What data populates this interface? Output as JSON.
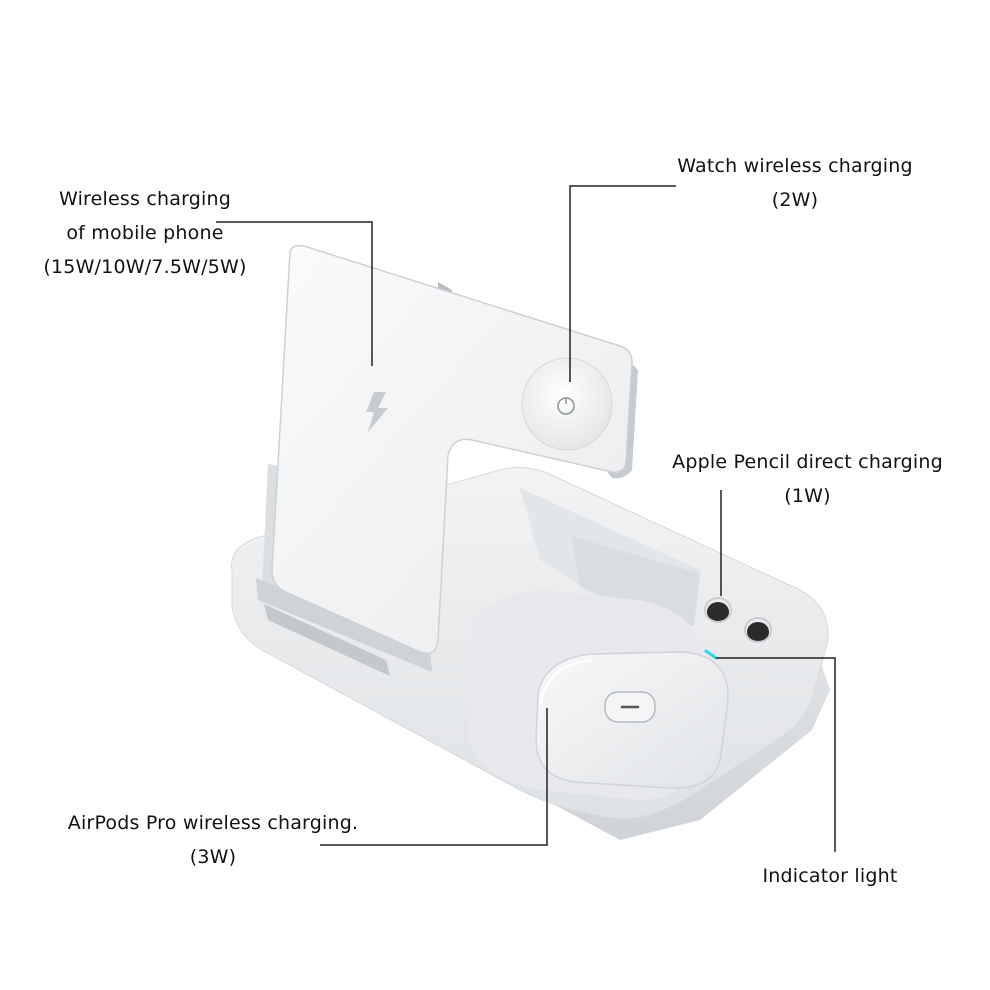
{
  "colors": {
    "background": "#ffffff",
    "text": "#111111",
    "leader_line": "#222222",
    "device_body": "#eceef0",
    "device_shadow": "#c9cdd1",
    "indicator": "#2fd4e6"
  },
  "callouts": {
    "phone": {
      "lines": [
        "Wireless charging",
        "of mobile phone",
        "(15W/10W/7.5W/5W)"
      ]
    },
    "watch": {
      "lines": [
        "Watch wireless charging",
        "(2W)"
      ]
    },
    "pencil": {
      "lines": [
        "Apple Pencil direct charging",
        "(1W)"
      ]
    },
    "airpods": {
      "lines": [
        "AirPods Pro wireless charging.",
        "(3W)"
      ]
    },
    "indicator": {
      "lines": [
        "Indicator light"
      ]
    }
  },
  "icons": {
    "phone_pad": "lightning-bolt-icon",
    "watch_pad": "power-ring-icon"
  }
}
